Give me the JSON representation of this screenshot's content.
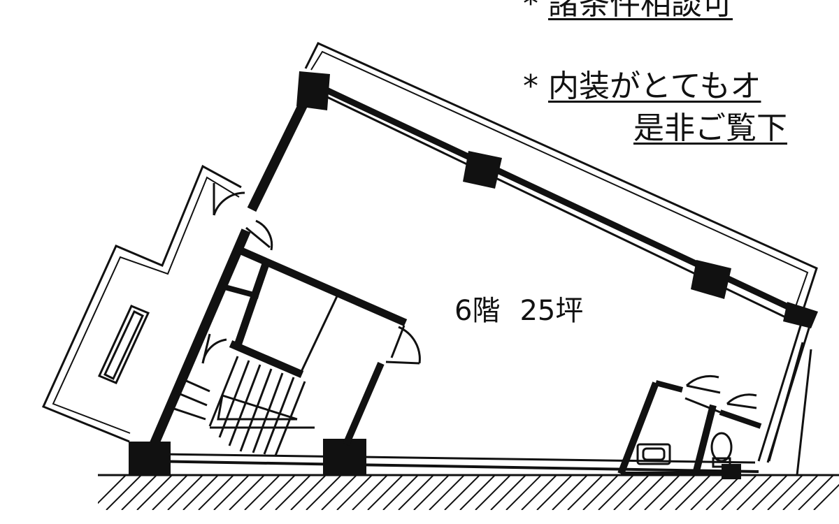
{
  "notes": [
    {
      "mark": "*",
      "text": "諸条件相談可"
    },
    {
      "mark": "*",
      "text": "内装がとてもオ",
      "continuation": "是非ご覧下"
    }
  ],
  "floor_label": {
    "floor": "6階",
    "area": "25坪"
  },
  "colors": {
    "line": "#111111",
    "background": "#ffffff"
  }
}
